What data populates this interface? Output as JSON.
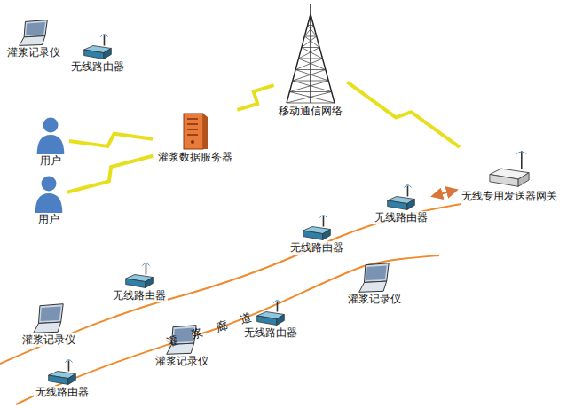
{
  "diagram": {
    "nodes": [
      {
        "text": [
          "灌浆记录仪"
        ]
      },
      {
        "text": [
          "无线路由器"
        ]
      },
      {
        "text": [
          "移动通信网络"
        ]
      },
      {
        "text": [
          "用户"
        ]
      },
      {
        "text": [
          "灌浆数据服务器"
        ]
      },
      {
        "text": [
          "用户"
        ]
      },
      {
        "text": [
          "无线专用发送器网关"
        ]
      },
      {
        "text": [
          "无线路由器"
        ]
      },
      {
        "text": [
          "无线路由器"
        ]
      },
      {
        "text": [
          "无线路由器"
        ]
      },
      {
        "text": [
          "灌浆记录仪"
        ]
      },
      {
        "text": [
          "灌浆记录仪"
        ]
      },
      {
        "text": [
          "无线路由器"
        ]
      },
      {
        "text": [
          "灌浆记录仪"
        ]
      },
      {
        "text": [
          "无线路由器"
        ]
      }
    ],
    "edges": [
      {
        "from": 3,
        "to": 4,
        "arrow": "none"
      },
      {
        "from": 5,
        "to": 4,
        "arrow": "none"
      },
      {
        "from": 4,
        "to": 2,
        "arrow": "none"
      },
      {
        "from": 2,
        "to": 6,
        "arrow": "none"
      },
      {
        "from": 7,
        "to": 6,
        "arrow": "both"
      }
    ],
    "labels": [
      "灌浆廊道"
    ]
  }
}
